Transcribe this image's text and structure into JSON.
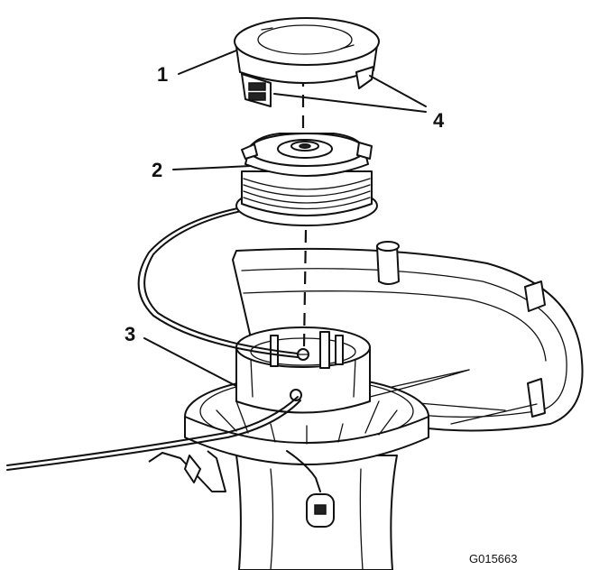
{
  "diagram": {
    "callouts": [
      {
        "id": "1",
        "label": "1"
      },
      {
        "id": "2",
        "label": "2"
      },
      {
        "id": "3",
        "label": "3"
      },
      {
        "id": "4",
        "label": "4"
      }
    ],
    "figure_code": "G015663"
  },
  "colors": {
    "line": "#111111",
    "background": "#ffffff"
  }
}
